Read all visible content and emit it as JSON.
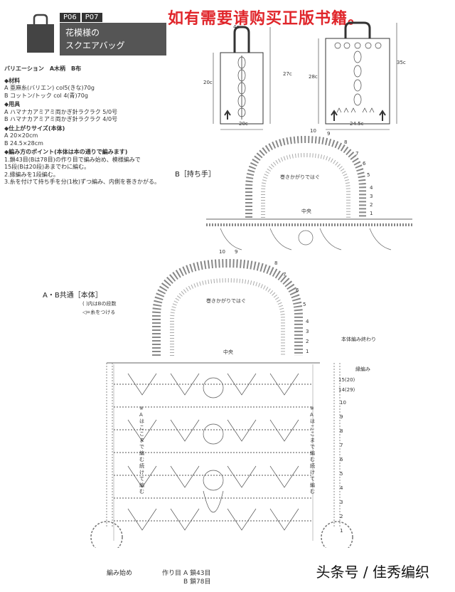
{
  "header": {
    "page_tabs": [
      "P06",
      "P07"
    ],
    "title_line1": "花模様の",
    "title_line2": "スクエアバッグ",
    "watermark": "如有需要请购买正版书籍。"
  },
  "specs": {
    "variation": "バリエーション　A木柄　B布",
    "materials_heading": "◆材料",
    "materials_a": "A 亜麻糸(バリエン) col5(きな)70g",
    "materials_b": "B コットン/トック col 4(青)70g",
    "tools_heading": "◆用具",
    "tools_a": "A ハマナカアミアミ両かぎ針ラクラク 5/0号",
    "tools_b": "B ハマナカアミアミ両かぎ針ラクラク 4/0号",
    "size_heading": "◆仕上がりサイズ(本体)",
    "size_a": "A 20×20cm",
    "size_b": "B 24.5×28cm",
    "points_heading": "◆編み方のポイント(本体は本の通りで編みます)",
    "point1": "1.鎖43目(Bは78目)の作り目で編み始め、模様編みで",
    "point1b": "  15段(Bは20段)あまでわに編む。",
    "point2": "2.縁編みを1段編む。",
    "point3": "3.糸を付けて持ち手を分(1枚)ずつ編み、内側を巻きかがる。"
  },
  "bag_a": {
    "top_dim": "4c",
    "height_outer": "27c",
    "height_inner": "20c",
    "width": "20c"
  },
  "bag_b": {
    "height_outer": "35c",
    "height_inner": "28c",
    "width": "24.5c"
  },
  "handle_b": {
    "label": "B［持ち手］",
    "note": "巻きかがりではぐ",
    "center": "中央",
    "rows": [
      "10",
      "9",
      "8",
      "7",
      "6",
      "5",
      "4",
      "3",
      "2",
      "1"
    ]
  },
  "body": {
    "label": "A・B共通［本体］",
    "legend1": "( )内はBの段数",
    "legend2": "◁=糸をつける",
    "handle_note": "巻きかがりではぐ",
    "center": "中央",
    "end_note": "本体編み終わり",
    "edge_label": "縁編み",
    "row_marks": [
      "15(20)",
      "14(29)"
    ],
    "side_note_left": "※Aはここまで編む続けて編む",
    "side_note_right": "※Aはここまで編む続けて編む",
    "rows": [
      "1",
      "2",
      "3",
      "4",
      "5",
      "6",
      "7",
      "8",
      "9",
      "10"
    ],
    "handle_rows": [
      "10",
      "9",
      "8",
      "7",
      "6",
      "5",
      "4",
      "3",
      "2",
      "1"
    ]
  },
  "footer": {
    "start": "編み始め",
    "chain_label": "作り目",
    "chain_a": "A 鎖43目",
    "chain_b": "B 鎖78目"
  },
  "credit": "头条号 / 佳秀编织"
}
